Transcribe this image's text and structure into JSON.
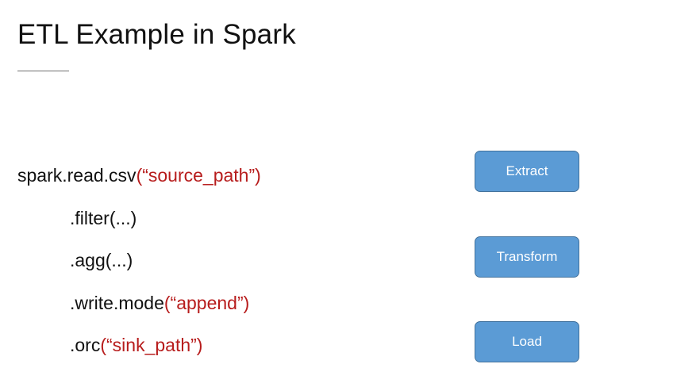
{
  "title": "ETL Example in Spark",
  "code": [
    {
      "text": "spark.read.csv",
      "arg": "(“source_path”)"
    },
    {
      "text": ".filter(...)",
      "arg": ""
    },
    {
      "text": ".agg(...)",
      "arg": ""
    },
    {
      "text": ".write.mode",
      "arg": "(“append”)"
    },
    {
      "text": ".orc",
      "arg": "(“sink_path”)"
    }
  ],
  "stages": [
    {
      "label": "Extract"
    },
    {
      "label": "Transform"
    },
    {
      "label": "Load"
    }
  ],
  "colors": {
    "argument_text": "#b71c1c",
    "button_fill": "#5b9bd5",
    "button_border": "#41719c",
    "button_text": "#ffffff"
  }
}
